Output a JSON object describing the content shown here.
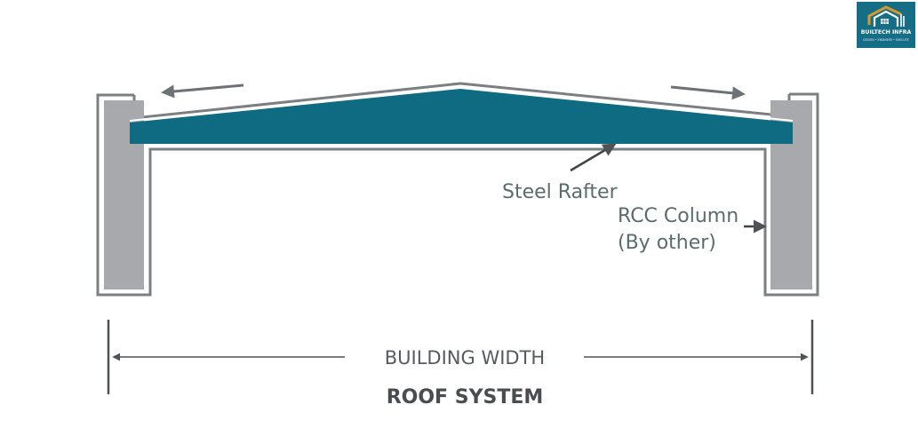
{
  "logo": {
    "brand": "BUILTECH INFRA",
    "tagline": "DESIGN • ENGINEER • EXECUTE",
    "icon": "house-roof-icon"
  },
  "labels": {
    "steel_rafter": "Steel Rafter",
    "rcc_column_line1": "RCC Column",
    "rcc_column_line2": "(By other)",
    "building_width": "BUILDING WIDTH",
    "title": "ROOF SYSTEM"
  },
  "colors": {
    "rafter": "#0e6b82",
    "column": "#a7a9ac",
    "outline": "#7b7f82",
    "arrow": "#6e7275",
    "text": "#5c6b6c",
    "logo_bg": "#156e86",
    "logo_accent": "#d79a2b"
  },
  "icons": {
    "slope_left": "arrow-left-icon",
    "slope_right": "arrow-right-icon",
    "dimension": "dimension-arrow-icon"
  }
}
